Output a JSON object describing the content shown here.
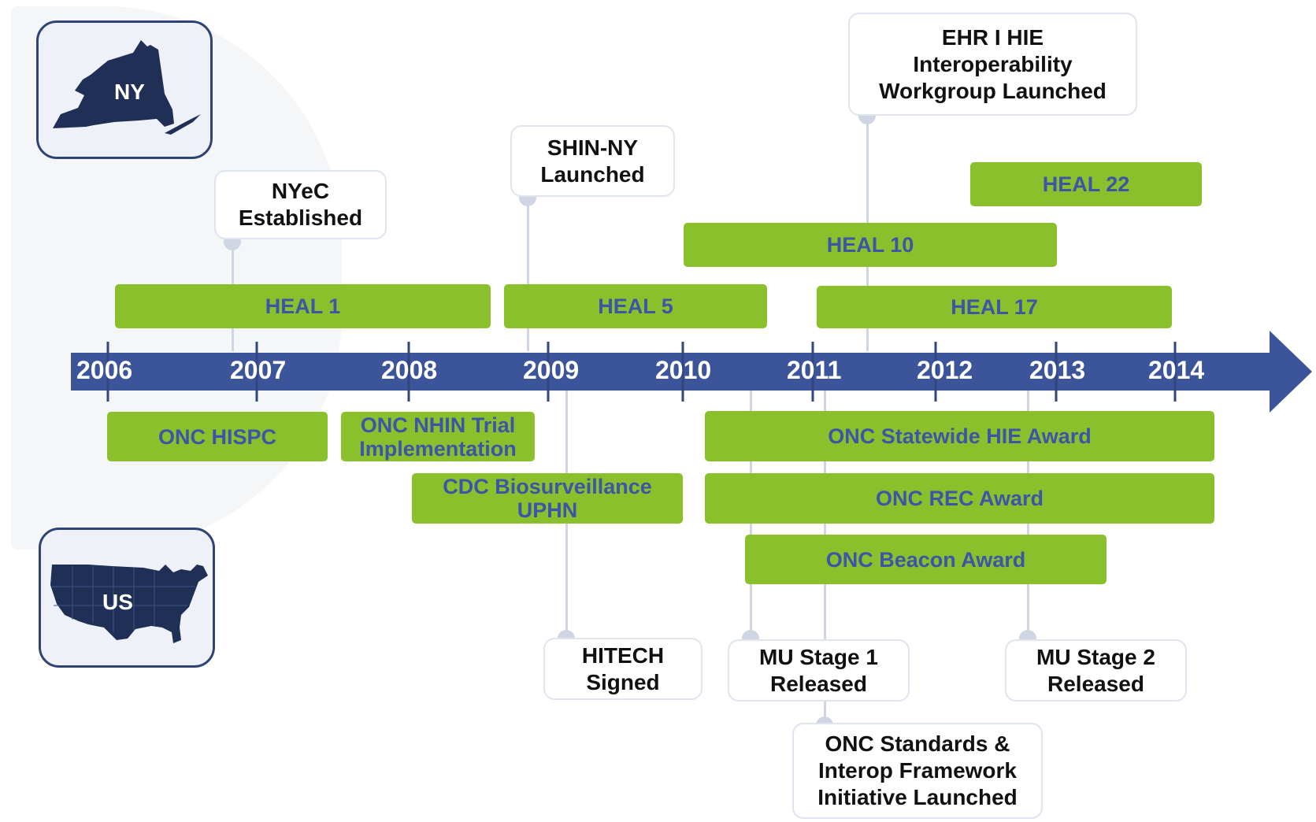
{
  "regions": {
    "ny": {
      "label": "NY"
    },
    "us": {
      "label": "US"
    }
  },
  "axis": {
    "years": [
      "2006",
      "2007",
      "2008",
      "2009",
      "2010",
      "2011",
      "2012",
      "2013",
      "2014"
    ],
    "color": "#3c5499"
  },
  "bars": {
    "heal22": "HEAL 22",
    "heal10": "HEAL 10",
    "heal1": "HEAL 1",
    "heal5": "HEAL 5",
    "heal17": "HEAL 17",
    "onc_hispc": "ONC HISPC",
    "onc_nhin": "ONC NHIN Trial\nImplementation",
    "cdc_bio": "CDC Biosurveillance\nUPHN",
    "onc_statewide": "ONC Statewide HIE Award",
    "onc_rec": "ONC REC Award",
    "onc_beacon": "ONC Beacon Award",
    "bar_color": "#8ac02c",
    "text_color": "#3c55a6"
  },
  "events": {
    "ehr_hie": "EHR I HIE\nInteroperability\nWorkgroup Launched",
    "shin_ny": "SHIN-NY\nLaunched",
    "nyec": "NYeC\nEstablished",
    "hitech": "HITECH\nSigned",
    "mu1": "MU Stage 1\nReleased",
    "mu2": "MU Stage 2\nReleased",
    "onc_standards": "ONC Standards &\nInterop Framework\nInitiative Launched"
  }
}
